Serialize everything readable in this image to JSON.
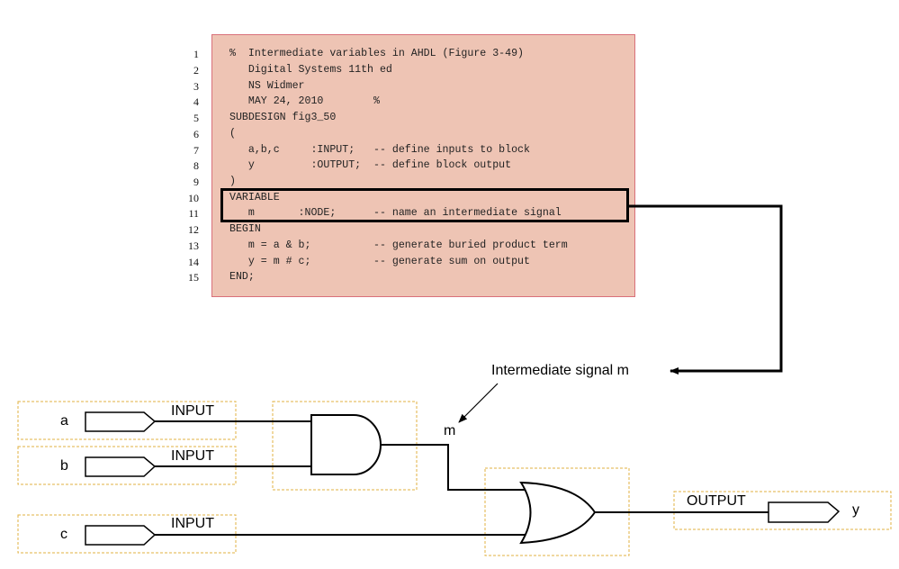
{
  "code": {
    "line_numbers": [
      "1",
      "2",
      "3",
      "4",
      "5",
      "6",
      "7",
      "8",
      "9",
      "10",
      "11",
      "12",
      "13",
      "14",
      "15"
    ],
    "lines": [
      "%  Intermediate variables in AHDL (Figure 3-49)",
      "   Digital Systems 11th ed",
      "   NS Widmer",
      "   MAY 24, 2010        %",
      "SUBDESIGN fig3_50",
      "(",
      "   a,b,c     :INPUT;   -- define inputs to block",
      "   y         :OUTPUT;  -- define block output",
      ")",
      "VARIABLE",
      "   m       :NODE;      -- name an intermediate signal",
      "BEGIN",
      "   m = a & b;          -- generate buried product term",
      "   y = m # c;          -- generate sum on output",
      "END;"
    ]
  },
  "annotation": {
    "text": "Intermediate signal m"
  },
  "schematic": {
    "inputs": [
      {
        "name": "a",
        "type": "INPUT"
      },
      {
        "name": "b",
        "type": "INPUT"
      },
      {
        "name": "c",
        "type": "INPUT"
      }
    ],
    "node_label": "m",
    "output": {
      "name": "y",
      "type": "OUTPUT"
    }
  },
  "colors": {
    "code_background": "#eec4b4",
    "code_border": "#d9707a",
    "dashed_box": "#e0b040",
    "wire": "#000000"
  }
}
